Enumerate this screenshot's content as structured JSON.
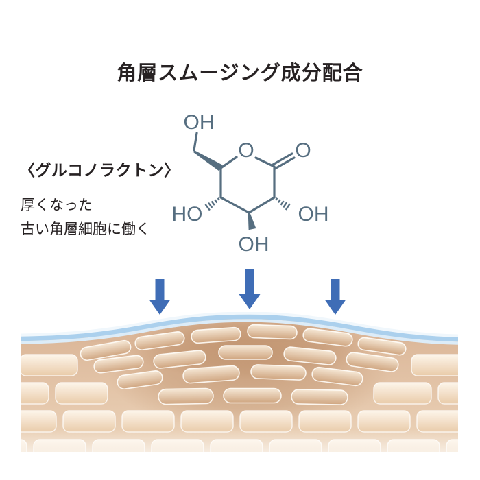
{
  "title": "角層スムージング成分配合",
  "ingredient": {
    "name": "〈グルコノラクトン〉",
    "description_line1": "厚くなった",
    "description_line2": "古い角層細胞に働く"
  },
  "molecule": {
    "name": "gluconolactone",
    "color": "#566e80",
    "labels": {
      "hydroxymethyl_oh": "OH",
      "ring_oxygen": "O",
      "carbonyl_oxygen": "O",
      "left_hydroxyl": "HO",
      "right_hydroxyl": "OH",
      "bottom_hydroxyl": "OH"
    }
  },
  "arrows": {
    "count": 3,
    "color": "#3f6db6"
  },
  "skin_illustration": {
    "surface_film_color": "#abd0ed",
    "surface_film_inner_color": "#dcecf8",
    "dermis_top_color": "#d8b192",
    "dermis_bottom_color": "#ecd4ba",
    "bump_shadow_color": "#b98a64",
    "cell_top_color": "#fdf5ea",
    "cell_bottom_color": "#e9cba9",
    "old_cell_top_color": "#f6e8d6",
    "old_cell_bottom_color": "#cfa580"
  }
}
